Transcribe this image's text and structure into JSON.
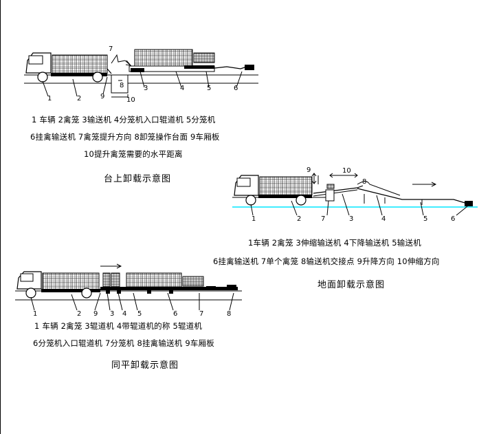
{
  "diagram1": {
    "title": "台上卸载示意图",
    "legend": [
      "1 车辆 2禽笼 3输送机 4分笼机入口辊道机 5分笼机",
      "6挂禽输送机 7禽笼提升方向 8卸笼操作台面 9车厢板",
      "10提升禽笼需要的水平距离"
    ],
    "callouts": [
      "1",
      "2",
      "3",
      "4",
      "5",
      "6",
      "7",
      "8",
      "9",
      "10"
    ]
  },
  "diagram2": {
    "title": "地面卸载示意图",
    "legend": [
      "1车辆 2禽笼 3伸缩输送机 4下降输送机 5输送机",
      "6挂禽输送机 7单个禽笼 8输送机交接点 9升降方向 10伸缩方向"
    ],
    "callouts": [
      "1",
      "2",
      "3",
      "4",
      "5",
      "6",
      "7",
      "8",
      "9",
      "10"
    ]
  },
  "diagram3": {
    "title": "同平卸载示意图",
    "legend": [
      "1 车辆 2禽笼 3辊道机 4带辊道机的称 5辊道机",
      "6分笼机入口辊道机 7分笼机 8挂禽输送机 9车厢板"
    ],
    "callouts": [
      "1",
      "2",
      "3",
      "4",
      "5",
      "6",
      "7",
      "8",
      "9"
    ]
  }
}
